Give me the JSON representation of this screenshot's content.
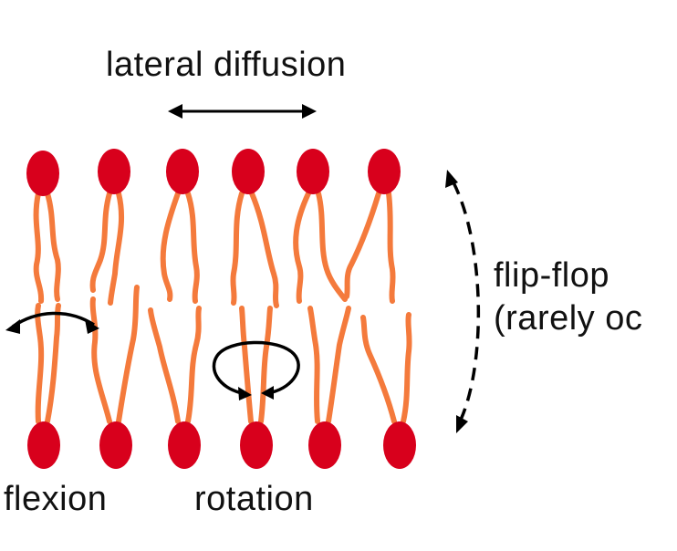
{
  "labels": {
    "lateral_diffusion": "lateral diffusion",
    "flip_flop": "flip-flop",
    "flip_flop_note": "(rarely oc",
    "flexion": "flexion",
    "rotation": "rotation"
  },
  "colors": {
    "head": "#d8001c",
    "tail": "#f47a3c",
    "arrow": "#000000",
    "text": "#111111",
    "background": "#ffffff"
  }
}
